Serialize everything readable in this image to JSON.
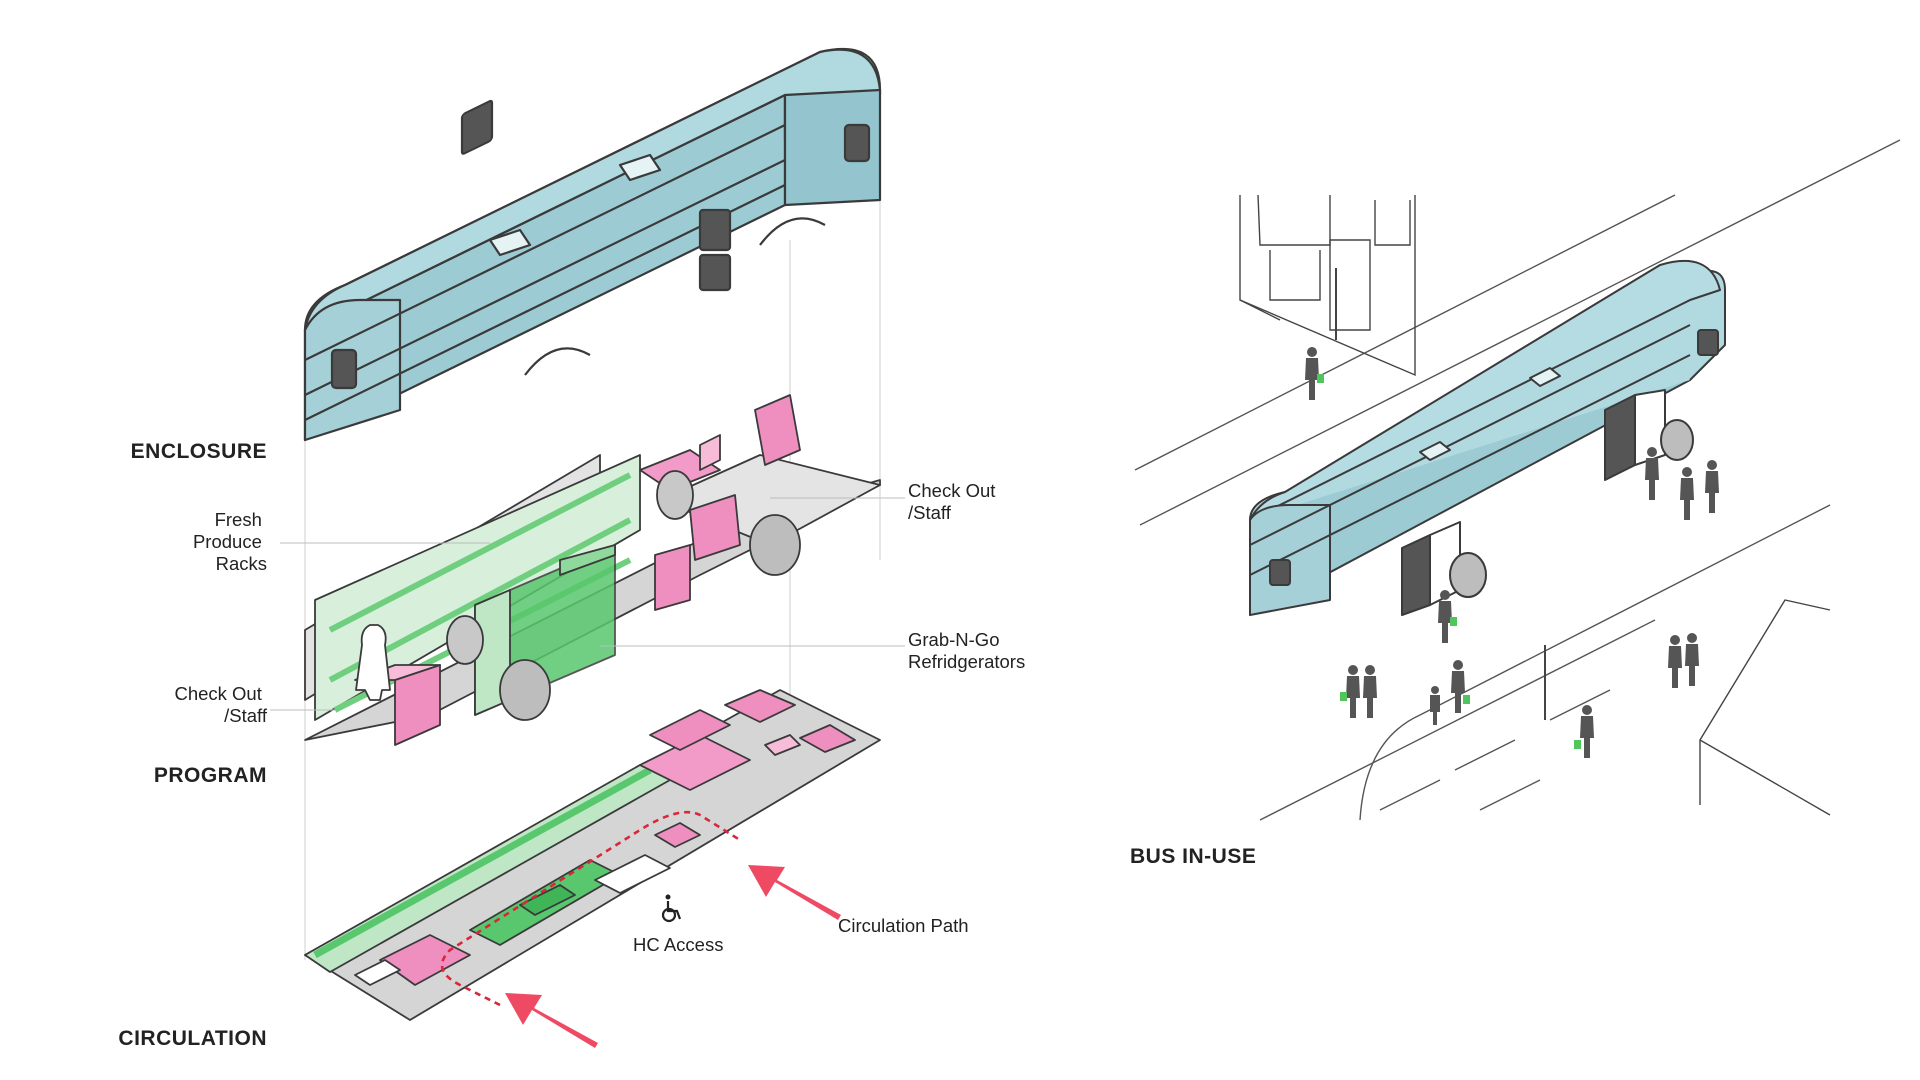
{
  "sections": {
    "enclosure": "ENCLOSURE",
    "program": "PROGRAM",
    "circulation": "CIRCULATION",
    "bus_in_use": "BUS IN-USE"
  },
  "callouts": {
    "fresh_produce": [
      "Fresh",
      "Produce",
      "Racks"
    ],
    "checkout_left": [
      "Check Out",
      "/Staff"
    ],
    "checkout_right": [
      "Check Out",
      "/Staff"
    ],
    "grab_n_go": [
      "Grab-N-Go",
      "Refridgerators"
    ],
    "hc_access": "HC Access",
    "circulation_path": "Circulation Path"
  },
  "icons": {
    "wheelchair": "wheelchair-icon",
    "arrow": "arrow-icon"
  },
  "colors": {
    "enclosure": "#a8d3dc",
    "outline": "#3a3a3a",
    "program_pink": "#ee8fc0",
    "program_pink_light": "#f6bcd8",
    "program_green": "#58c76d",
    "program_green_light": "#bfe7c6",
    "floor": "#d5d5d5",
    "arrow": "#ef4a64",
    "path_dash": "#d9263a",
    "person": "#555555",
    "bag": "#4fc55b"
  }
}
